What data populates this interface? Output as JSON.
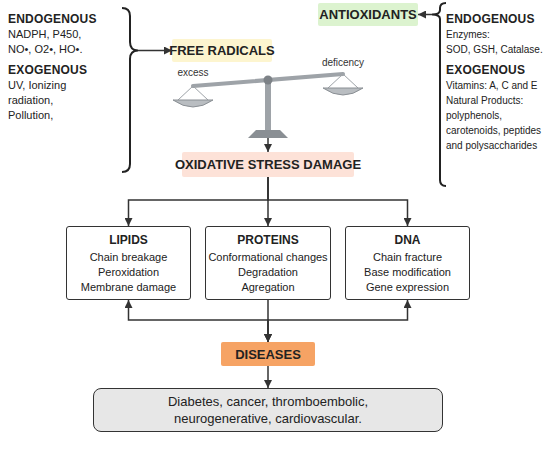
{
  "diagram": {
    "nodes": [
      {
        "text": [
          "ENDOGENOUS",
          "NADPH, P450, NO•, O2•, HO•.",
          "EXOGENOUS",
          "UV, Ionizing radiation, Pollution,"
        ]
      },
      {
        "text": [
          "FREE RADICALS"
        ]
      },
      {
        "text": [
          "ANTIOXIDANTS"
        ]
      },
      {
        "text": [
          "ENDOGENOUS",
          "Enzymes:",
          "SOD, GSH, Catalase.",
          "EXOGENOUS",
          "Vitamins: A, C and E",
          "Natural Products: polyphenols, carotenoids, peptides and polysaccharides"
        ]
      },
      {
        "text": [
          "OXIDATIVE STRESS DAMAGE"
        ]
      },
      {
        "text": [
          "LIPIDS",
          "Chain breakage",
          "Peroxidation",
          "Membrane damage"
        ]
      },
      {
        "text": [
          "PROTEINS",
          "Conformational changes",
          "Degradation",
          "Agregation"
        ]
      },
      {
        "text": [
          "DNA",
          "Chain fracture",
          "Base modification",
          "Gene expression"
        ]
      },
      {
        "text": [
          "DISEASES"
        ]
      },
      {
        "text": [
          "Diabetes, cancer, thromboembolic, neurogenerative, cardiovascular."
        ]
      }
    ],
    "edges": [
      {
        "from": 0,
        "to": 1,
        "arrow": "to"
      },
      {
        "from": 3,
        "to": 2,
        "arrow": "to"
      },
      {
        "from": 4,
        "to": 5,
        "arrow": "to"
      },
      {
        "from": 4,
        "to": 6,
        "arrow": "to"
      },
      {
        "from": 4,
        "to": 7,
        "arrow": "to"
      },
      {
        "from": 5,
        "to": 8,
        "arrow": "both"
      },
      {
        "from": 6,
        "to": 8,
        "arrow": "to"
      },
      {
        "from": 7,
        "to": 8,
        "arrow": "both"
      },
      {
        "from": 8,
        "to": 9,
        "arrow": "to"
      }
    ],
    "labels": [
      "excess",
      "deficency"
    ]
  }
}
